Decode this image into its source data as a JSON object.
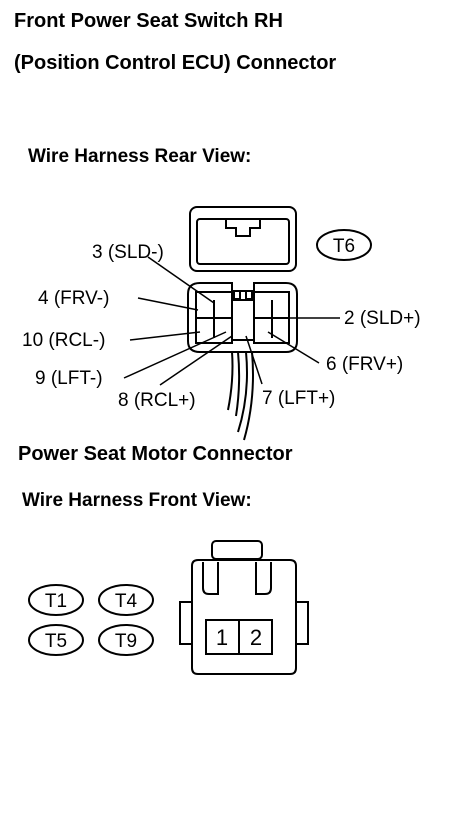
{
  "title_line1": "Front Power Seat Switch RH",
  "title_line2": "(Position Control ECU) Connector",
  "rear_view_label": "Wire Harness Rear View:",
  "connector_code": "T6",
  "pins": {
    "p3": "3 (SLD-)",
    "p4": "4 (FRV-)",
    "p10": "10 (RCL-)",
    "p9": "9 (LFT-)",
    "p8": "8 (RCL+)",
    "p7": "7 (LFT+)",
    "p6": "6 (FRV+)",
    "p2": "2 (SLD+)"
  },
  "motor_title": "Power Seat Motor Connector",
  "front_view_label": "Wire Harness Front View:",
  "motor_codes": [
    "T1",
    "T4",
    "T5",
    "T9"
  ],
  "motor_pins": [
    "1",
    "2"
  ]
}
